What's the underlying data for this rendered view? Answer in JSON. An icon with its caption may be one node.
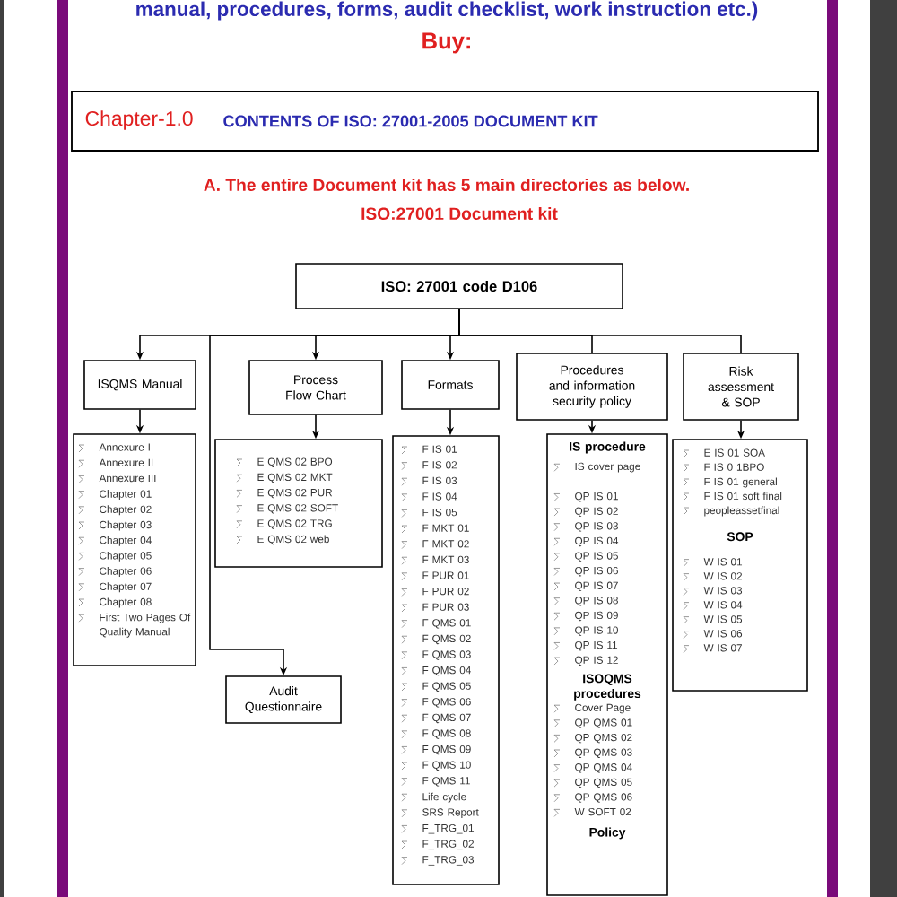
{
  "diagram": {
    "nodes": [
      {
        "text": [
          "ISO: 27001 code D106"
        ]
      },
      {
        "text": [
          "ISQMS Manual"
        ]
      },
      {
        "text": [
          "Process Flow Chart"
        ]
      },
      {
        "text": [
          "Formats"
        ]
      },
      {
        "text": [
          "Procedures and information security policy"
        ]
      },
      {
        "text": [
          "Risk assessment & SOP"
        ]
      },
      {
        "text": [
          "Annexure I",
          "Annexure II",
          "Annexure III",
          "Chapter 01",
          "Chapter 02",
          "Chapter 03",
          "Chapter 04",
          "Chapter 05",
          "Chapter 06",
          "Chapter 07",
          "Chapter 08",
          "First Two Pages Of Quality Manual"
        ]
      },
      {
        "text": [
          "E QMS 02 BPO",
          "E QMS 02 MKT",
          "E QMS 02 PUR",
          "E QMS 02 SOFT",
          "E QMS 02 TRG",
          "E QMS 02 web"
        ]
      },
      {
        "text": [
          "Audit Questionnaire"
        ]
      },
      {
        "text": [
          "F IS 01",
          "F IS 02",
          "F IS 03",
          "F IS 04",
          "F IS 05",
          "F MKT 01",
          "F MKT 02",
          "F MKT 03",
          "F PUR 01",
          "F PUR 02",
          "F PUR 03",
          "F QMS 01",
          "F QMS 02",
          "F QMS 03",
          "F QMS 04",
          "F QMS 05",
          "F QMS 06",
          "F QMS 07",
          "F QMS 08",
          "F QMS 09",
          "F QMS 10",
          "F QMS 11",
          "Life cycle",
          "SRS Report",
          "F_TRG_01",
          "F_TRG_02",
          "F_TRG_03"
        ]
      },
      {
        "text": [
          "IS procedure",
          "IS cover page",
          "QP IS 01",
          "QP IS 02",
          "QP IS 03",
          "QP IS 04",
          "QP IS 05",
          "QP IS 06",
          "QP IS 07",
          "QP IS 08",
          "QP IS 09",
          "QP IS 10",
          "QP IS 11",
          "QP IS 12",
          "ISOQMS procedures",
          "Cover Page",
          "QP QMS 01",
          "QP QMS 02",
          "QP QMS 03",
          "QP QMS 04",
          "QP QMS 05",
          "QP QMS 06",
          "W SOFT 02",
          "Policy"
        ]
      },
      {
        "text": [
          "E IS 01 SOA",
          "F IS 0 1BPO",
          "F IS 01 general",
          "F IS 01 soft final",
          "peopleassetfinal",
          "SOP",
          "W IS 01",
          "W IS 02",
          "W IS 03",
          "W IS 04",
          "W IS 05",
          "W IS 06",
          "W IS 07"
        ]
      }
    ],
    "edges": [
      {
        "from": 0,
        "to": 1,
        "arrow": "to"
      },
      {
        "from": 0,
        "to": 2,
        "arrow": "to"
      },
      {
        "from": 0,
        "to": 3,
        "arrow": "to"
      },
      {
        "from": 0,
        "to": 4,
        "arrow": "none"
      },
      {
        "from": 0,
        "to": 5,
        "arrow": "none"
      },
      {
        "from": 0,
        "to": 8,
        "arrow": "to"
      },
      {
        "from": 1,
        "to": 6,
        "arrow": "to"
      },
      {
        "from": 2,
        "to": 7,
        "arrow": "to"
      },
      {
        "from": 3,
        "to": 9,
        "arrow": "to"
      },
      {
        "from": 4,
        "to": 10,
        "arrow": "to"
      },
      {
        "from": 5,
        "to": 11,
        "arrow": "to"
      }
    ],
    "labels": [
      "manual, procedures, forms, audit checklist, work instruction etc.)",
      "Buy:",
      "Chapter-1.0",
      "CONTENTS OF ISO: 27001-2005 DOCUMENT KIT",
      "A. The entire Document kit has 5 main directories as below.",
      "ISO:27001 Document kit"
    ]
  }
}
